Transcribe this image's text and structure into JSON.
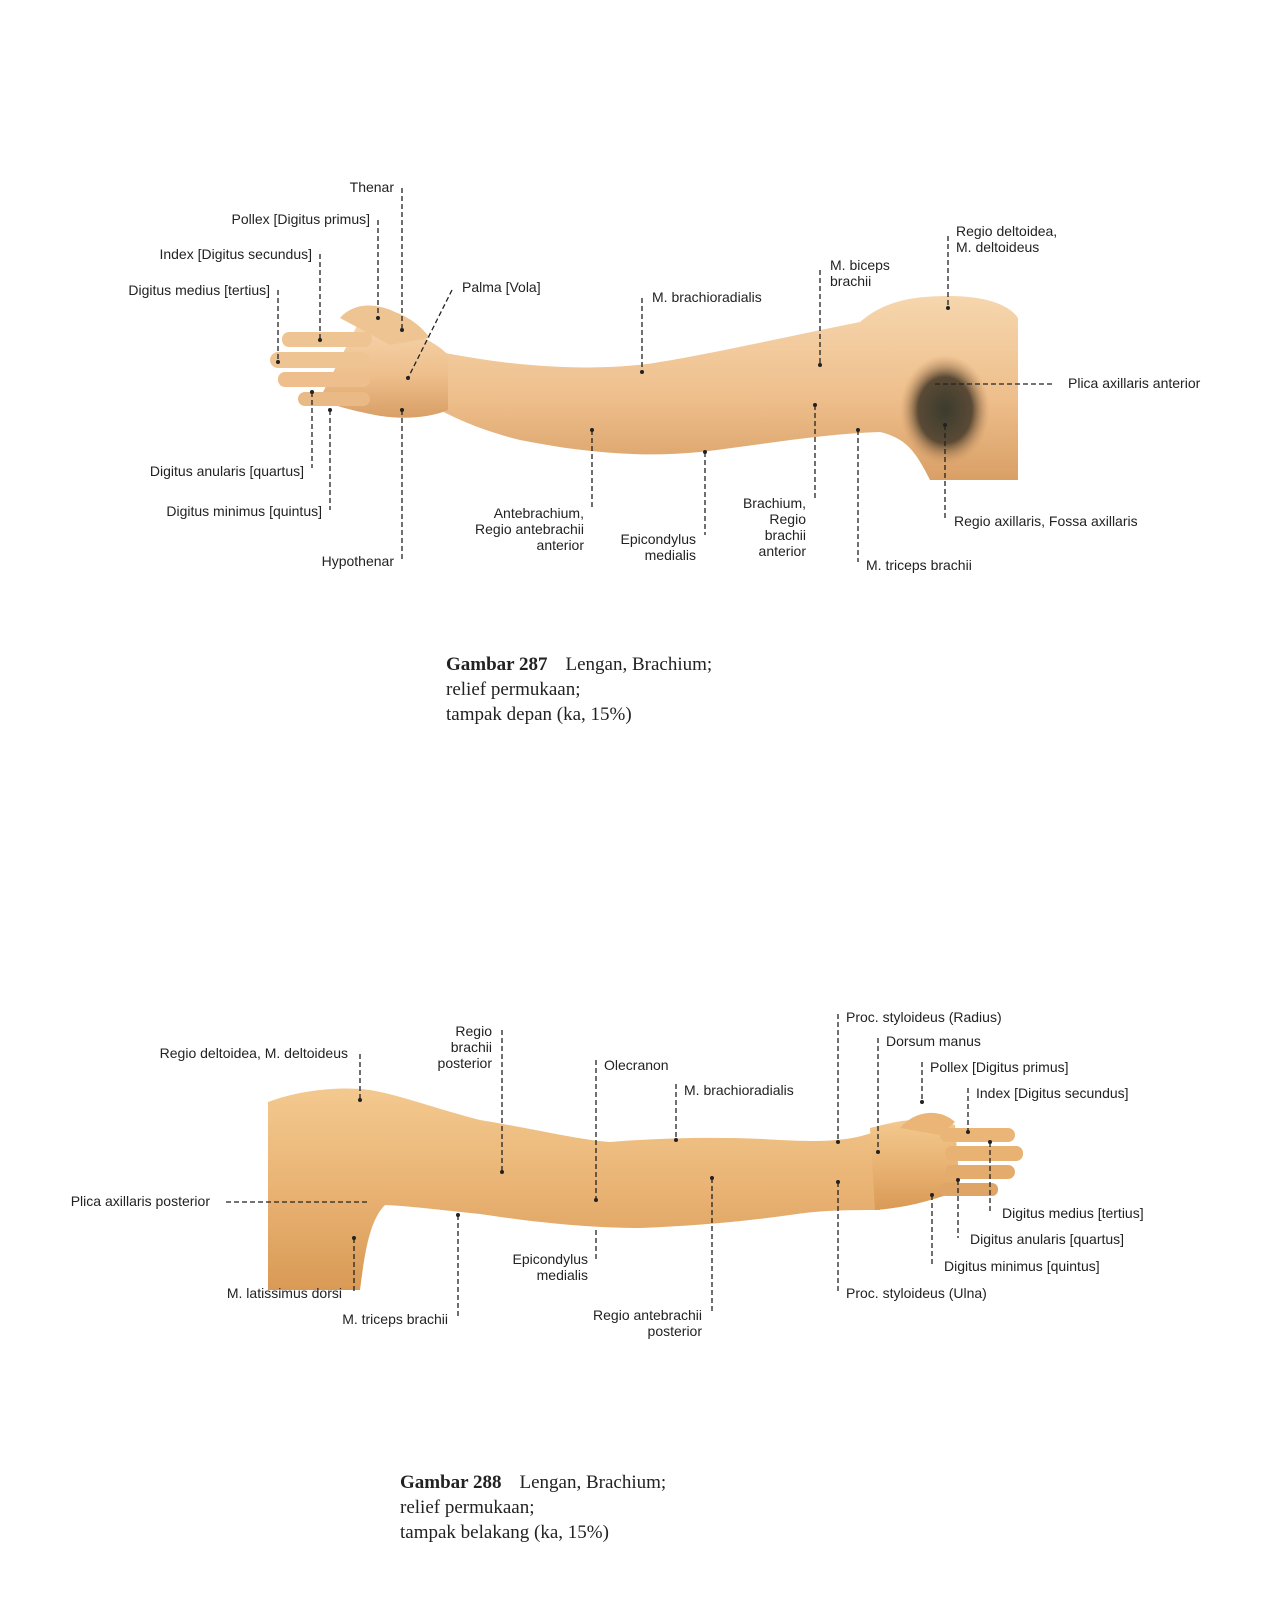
{
  "figure287": {
    "caption": {
      "number": "Gambar 287",
      "line1": "Lengan, Brachium;",
      "line2": "relief permukaan;",
      "line3": "tampak depan (ka, 15%)"
    },
    "labels": {
      "thenar": "Thenar",
      "pollex": "Pollex [Digitus primus]",
      "index": "Index [Digitus secundus]",
      "digitus_medius": "Digitus medius [tertius]",
      "palma": "Palma [Vola]",
      "brachioradialis": "M. brachioradialis",
      "biceps_1": "M. biceps",
      "biceps_2": "brachii",
      "deltoidea_1": "Regio deltoidea,",
      "deltoidea_2": "M. deltoideus",
      "plica_axillaris_anterior": "Plica axillaris anterior",
      "digitus_anularis": "Digitus anularis [quartus]",
      "digitus_minimus": "Digitus minimus [quintus]",
      "hypothenar": "Hypothenar",
      "antebrachium_1": "Antebrachium,",
      "antebrachium_2": "Regio antebrachii",
      "antebrachium_3": "anterior",
      "epicondylus_1": "Epicondylus",
      "epicondylus_2": "medialis",
      "brachium_1": "Brachium,",
      "brachium_2": "Regio",
      "brachium_3": "brachii",
      "brachium_4": "anterior",
      "triceps": "M. triceps brachii",
      "axillaris": "Regio axillaris, Fossa axillaris"
    }
  },
  "figure288": {
    "caption": {
      "number": "Gambar 288",
      "line1": "Lengan, Brachium;",
      "line2": "relief permukaan;",
      "line3": "tampak belakang (ka, 15%)"
    },
    "labels": {
      "deltoidea": "Regio deltoidea, M. deltoideus",
      "regio_brachii_1": "Regio",
      "regio_brachii_2": "brachii",
      "regio_brachii_3": "posterior",
      "olecranon": "Olecranon",
      "brachioradialis": "M. brachioradialis",
      "proc_styloideus_radius": "Proc. styloideus (Radius)",
      "dorsum_manus": "Dorsum manus",
      "pollex": "Pollex [Digitus primus]",
      "index": "Index [Digitus secundus]",
      "plica_axillaris_posterior": "Plica axillaris posterior",
      "digitus_medius": "Digitus medius [tertius]",
      "digitus_anularis": "Digitus anularis [quartus]",
      "digitus_minimus": "Digitus minimus [quintus]",
      "epicondylus_1": "Epicondylus",
      "epicondylus_2": "medialis",
      "latissimus": "M. latissimus dorsi",
      "triceps": "M. triceps brachii",
      "regio_antebrachii_1": "Regio antebrachii",
      "regio_antebrachii_2": "posterior",
      "proc_styloideus_ulna": "Proc. styloideus (Ulna)"
    }
  },
  "colors": {
    "skin_light": "#f3cda0",
    "skin_mid": "#e6b07a",
    "skin_dark": "#d49a60",
    "axilla_shadow": "#3b3b2e",
    "ink": "#222222"
  }
}
